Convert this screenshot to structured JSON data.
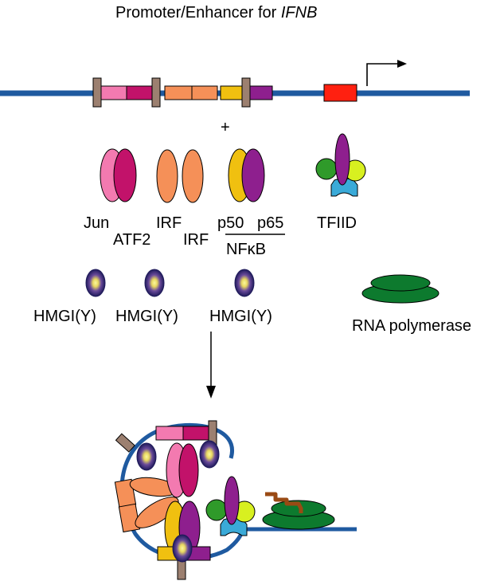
{
  "title": {
    "prefix": "Promoter/Enhancer for ",
    "gene": "IFNB"
  },
  "plus_sign": "+",
  "factors": {
    "jun": "Jun",
    "atf2": "ATF2",
    "irf_top": "IRF",
    "irf_bottom": "IRF",
    "p50": "p50",
    "p65": "p65",
    "nfkb": "NFκB",
    "tfiid": "TFIID"
  },
  "hmgi_labels": [
    "HMGI(Y)",
    "HMGI(Y)",
    "HMGI(Y)"
  ],
  "rna_polymerase": "RNA polymerase",
  "colors": {
    "dna": "#1f5aa0",
    "pink": "#f37ab0",
    "magenta": "#c2126a",
    "orange": "#f59058",
    "yellow": "#f0c010",
    "purple": "#8e1f8e",
    "red": "#ff2010",
    "taupe": "#9c8070",
    "green": "#2f9a2a",
    "lime": "#d8f020",
    "cyan": "#3aaad8",
    "polymerase": "#0d7a2e",
    "brown": "#9a4a14",
    "hmgi_core": "#f8f070",
    "hmgi_edge": "#2a2070"
  }
}
